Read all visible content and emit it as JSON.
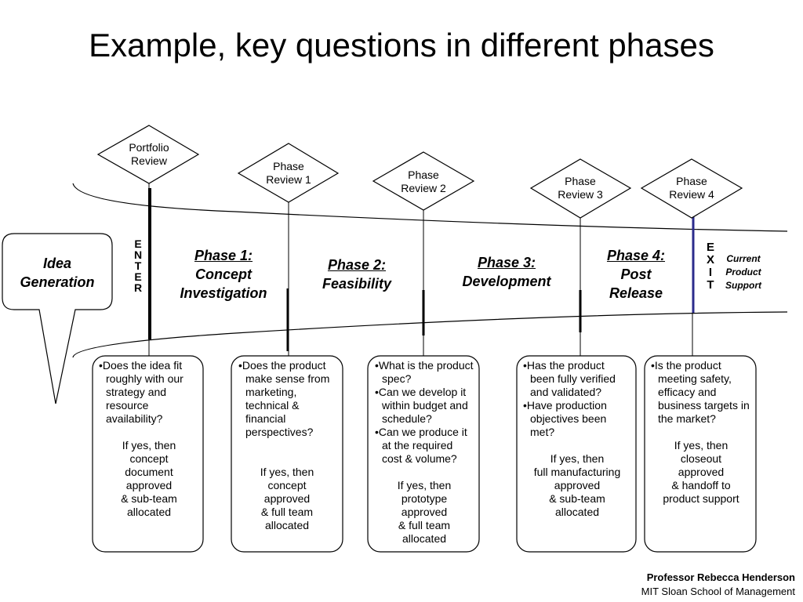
{
  "title": "Example, key questions in different phases",
  "reviews": [
    {
      "line1": "Portfolio",
      "line2": "Review"
    },
    {
      "line1": "Phase",
      "line2": "Review 1"
    },
    {
      "line1": "Phase",
      "line2": "Review 2"
    },
    {
      "line1": "Phase",
      "line2": "Review 3"
    },
    {
      "line1": "Phase",
      "line2": "Review 4"
    }
  ],
  "idea": {
    "line1": "Idea",
    "line2": "Generation"
  },
  "enter": [
    "E",
    "N",
    "T",
    "E",
    "R"
  ],
  "exit": [
    "E",
    "X",
    "I",
    "T"
  ],
  "exit_note": {
    "line1": "Current",
    "line2": "Product",
    "line3": "Support"
  },
  "phases": [
    {
      "title": "Phase 1:",
      "line2": "Concept",
      "line3": "Investigation"
    },
    {
      "title": "Phase 2:",
      "line2": "Feasibility"
    },
    {
      "title": "Phase 3:",
      "line2": "Development"
    },
    {
      "title": "Phase 4:",
      "line2": "Post",
      "line3": "Release"
    }
  ],
  "questions": [
    {
      "bullets": [
        "Does the idea fit roughly with our strategy and resource availability?"
      ],
      "outcome": [
        "If yes, then",
        "concept",
        " document",
        "approved",
        "& sub-team",
        "  allocated"
      ]
    },
    {
      "bullets": [
        "Does the product make sense from marketing, technical & financial perspectives?"
      ],
      "outcome": [
        "If yes, then",
        "concept",
        "approved",
        "& full team",
        "allocated"
      ]
    },
    {
      "bullets": [
        "What is the product spec?",
        "Can we develop it within budget and schedule?",
        "Can we produce it at the required cost & volume?"
      ],
      "outcome": [
        "If yes, then",
        "prototype",
        "approved",
        "& full team",
        "allocated"
      ]
    },
    {
      "bullets": [
        "Has the product been fully verified and validated?",
        "Have production objectives been met?"
      ],
      "outcome": [
        "If yes, then",
        "full manufacturing",
        "approved",
        "& sub-team",
        "allocated"
      ]
    },
    {
      "bullets": [
        "Is the product meeting safety, efficacy and business targets in the market?"
      ],
      "outcome": [
        "If yes, then",
        "closeout",
        "approved",
        "& handoff to",
        "product support"
      ]
    }
  ],
  "credit": {
    "name": "Professor Rebecca Henderson",
    "school": "MIT Sloan School of Management"
  },
  "colors": {
    "exit_line": "#2b2b8c",
    "stroke": "#000000"
  }
}
